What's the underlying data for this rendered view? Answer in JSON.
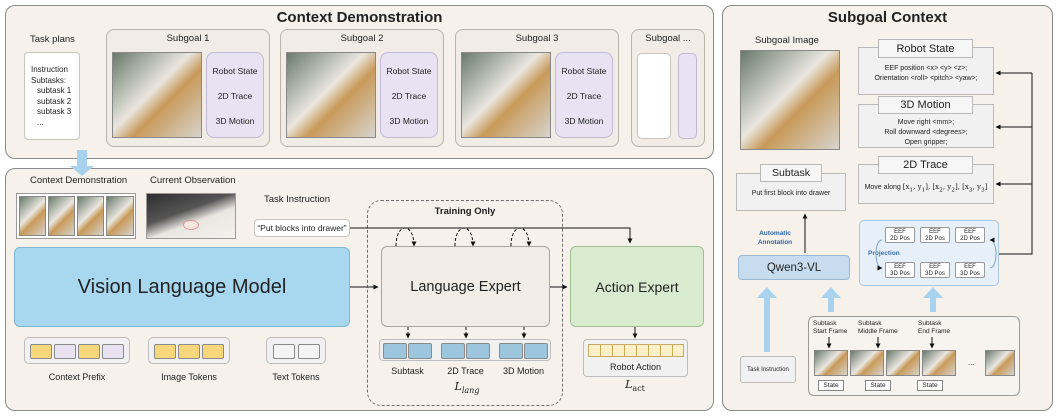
{
  "context_demo": {
    "title": "Context Demonstration",
    "task_plans": {
      "title": "Task plans",
      "lines": [
        "Instruction",
        "Subtasks:",
        "subtask 1",
        "subtask 2",
        "subtask 3",
        "..."
      ]
    },
    "subgoals": [
      {
        "title": "Subgoal 1",
        "items": [
          "Robot State",
          "2D Trace",
          "3D Motion"
        ]
      },
      {
        "title": "Subgoal 2",
        "items": [
          "Robot State",
          "2D Trace",
          "3D Motion"
        ]
      },
      {
        "title": "Subgoal 3",
        "items": [
          "Robot State",
          "2D Trace",
          "3D Motion"
        ]
      },
      {
        "title": "Subgoal ..."
      }
    ]
  },
  "model": {
    "context_demo_label": "Context Demonstration",
    "current_obs_label": "Current Observation",
    "task_instruction_label": "Task Instruction",
    "task_instruction_value": "“Put blocks into drawer”",
    "vlm": "Vision Language Model",
    "training_only": "Training Only",
    "language_expert": "Language Expert",
    "action_expert": "Action Expert",
    "token_groups": [
      "Context Prefix",
      "Image Tokens",
      "Text Tokens"
    ],
    "outputs": [
      "Subtask",
      "2D Trace",
      "3D Motion"
    ],
    "l_lang": "L",
    "l_lang_sub": "lang",
    "robot_action": "Robot Action",
    "l_act": "L",
    "l_act_sub": "act",
    "colors": {
      "vlm": "#a7d8ef",
      "action": "#d9ecd0",
      "context_token": "#f8d77c",
      "output_token": "#9cc5de"
    }
  },
  "subgoal_context": {
    "title": "Subgoal Context",
    "subgoal_image": "Subgoal Image",
    "robot_state": {
      "title": "Robot State",
      "lines": [
        "EEF position <x> <y> <z>;",
        "Orientation <roll> <pitch> <yaw>;"
      ]
    },
    "motion_3d": {
      "title": "3D Motion",
      "lines": [
        "Move right <mm>;",
        "Roll downward <degrees>;",
        "Open gripper;"
      ]
    },
    "trace_2d": {
      "title": "2D Trace",
      "line_prefix": "Move along",
      "points": [
        "[x",
        "1",
        ", y",
        "1",
        "], [x",
        "2",
        ", y",
        "2",
        "], [x",
        "3",
        ", y",
        "3",
        "]"
      ]
    },
    "subtask": {
      "title": "Subtask",
      "text": "Put first block into drawer"
    },
    "automatic_annotation": [
      "Automatic",
      "Annotation"
    ],
    "qwen": "Qwen3-VL",
    "projection": "Projection",
    "eef_2d": [
      "EEF",
      "2D Pos"
    ],
    "eef_3d": [
      "EEF",
      "3D Pos"
    ],
    "task_instruction": "Task Instruction",
    "frames": [
      {
        "title": [
          "Subtask",
          "Start Frame"
        ]
      },
      {
        "title": [
          "Subtask",
          "Middle Frame"
        ]
      },
      {
        "title": [
          "Subtask",
          "End Frame"
        ]
      }
    ],
    "state_label": "State",
    "ellipsis": "..."
  }
}
